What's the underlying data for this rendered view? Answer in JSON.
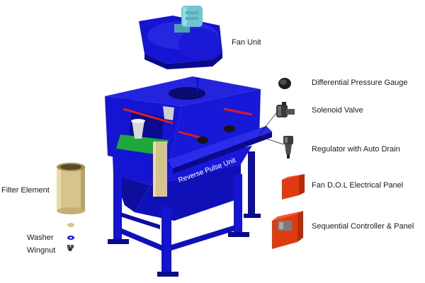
{
  "labels": {
    "fan_unit": "Fan Unit",
    "differential_pressure_gauge": "Differential Pressure Gauge",
    "solenoid_valve": "Solenoid Valve",
    "regulator": "Regulator with Auto Drain",
    "fan_dol_panel": "Fan D.O.L Electrical Panel",
    "sequential_controller": "Sequential Controller & Panel",
    "filter_element": "Filter Element",
    "washer": "Washer",
    "wingnut": "Wingnut",
    "reverse_pulse_unit": "Reverse Pulse Unit"
  },
  "colors": {
    "body_blue": "#1414d2",
    "dark_blue": "#0a0a8c",
    "filter_tan": "#d6c48a",
    "motor_cyan": "#6fc6cf",
    "plate_green": "#1ea83c",
    "panel_red": "#e03a10",
    "pipe_red": "#d81e1e"
  }
}
